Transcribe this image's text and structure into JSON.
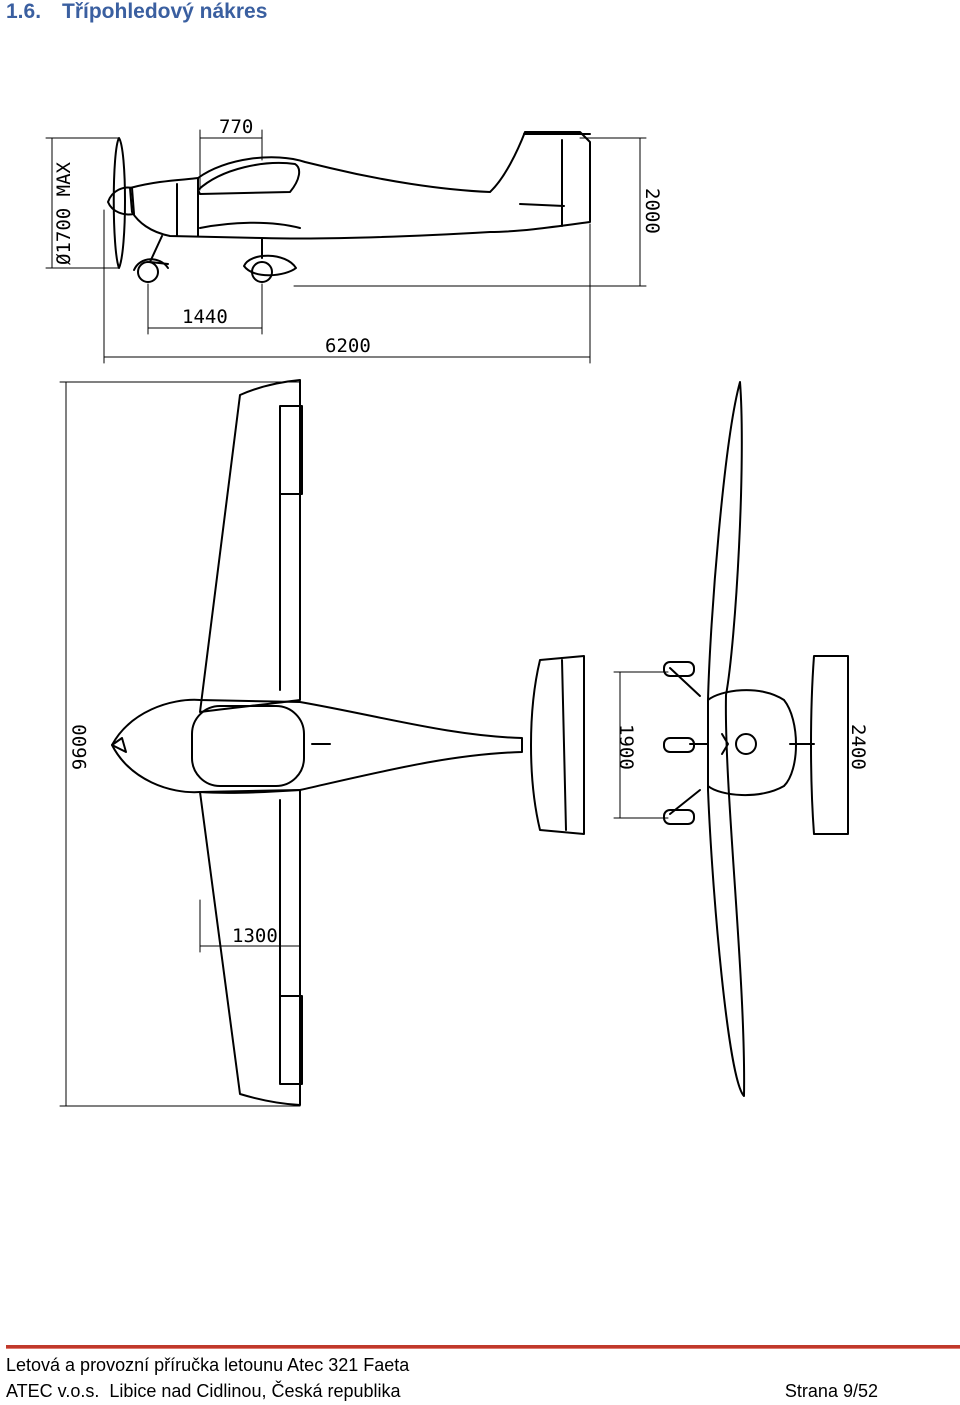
{
  "heading": {
    "number": "1.6.",
    "title": "Třípohledový nákres"
  },
  "drawing": {
    "dimensions": {
      "prop_diameter": "Ø1700 MAX",
      "cockpit_length": "770",
      "height": "2000",
      "wheel_base": "1440",
      "length": "6200",
      "wingspan": "9600",
      "flap_length": "1300",
      "main_gear_track": "1900",
      "tail_span": "2400"
    }
  },
  "footer": {
    "manual_title": "Letová a provozní příručka letounu Atec 321 Faeta",
    "company": "ATEC v.o.s.  Libice nad Cidlinou, Česká republika",
    "page": "Strana 9/52"
  },
  "colors": {
    "heading": "#3a5fa0",
    "footer_rule": "#c0392b"
  }
}
